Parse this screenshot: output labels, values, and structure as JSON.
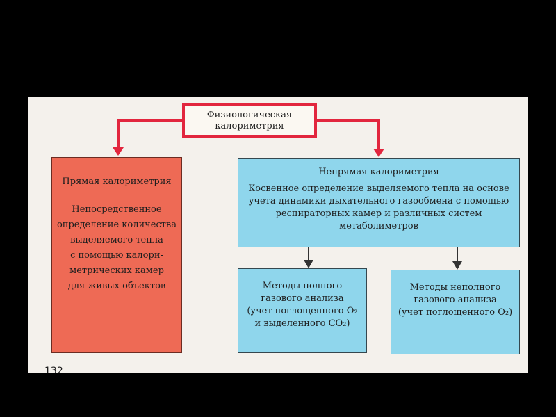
{
  "root": {
    "lines": [
      "Физиологическая",
      "калориметрия"
    ]
  },
  "direct": {
    "heading": "Прямая калориметрия",
    "lines": [
      "Непосредственное",
      "определение количества",
      "выделяемого тепла",
      "с помощью калори-",
      "метрических камер",
      "для живых объектов"
    ]
  },
  "indirect": {
    "heading": "Непрямая калориметрия",
    "lines": [
      "Косвенное определение выделяемого тепла на основе",
      "учета динамики дыхательного газообмена с помощью",
      "респираторных камер и различных систем",
      "метаболиметров"
    ]
  },
  "full": {
    "lines": [
      "Методы полного",
      "газового анализа",
      "(учет поглощенного О₂",
      "и выделенного СО₂)"
    ]
  },
  "partial": {
    "lines": [
      "Методы неполного",
      "газового анализа",
      "(учет поглощенного О₂)"
    ]
  },
  "page_number": "132",
  "colors": {
    "connector_red": "#e2263e",
    "connector_dark": "#333333",
    "direct_fill": "#ee6a55",
    "blue_fill": "#8fd6ec"
  }
}
